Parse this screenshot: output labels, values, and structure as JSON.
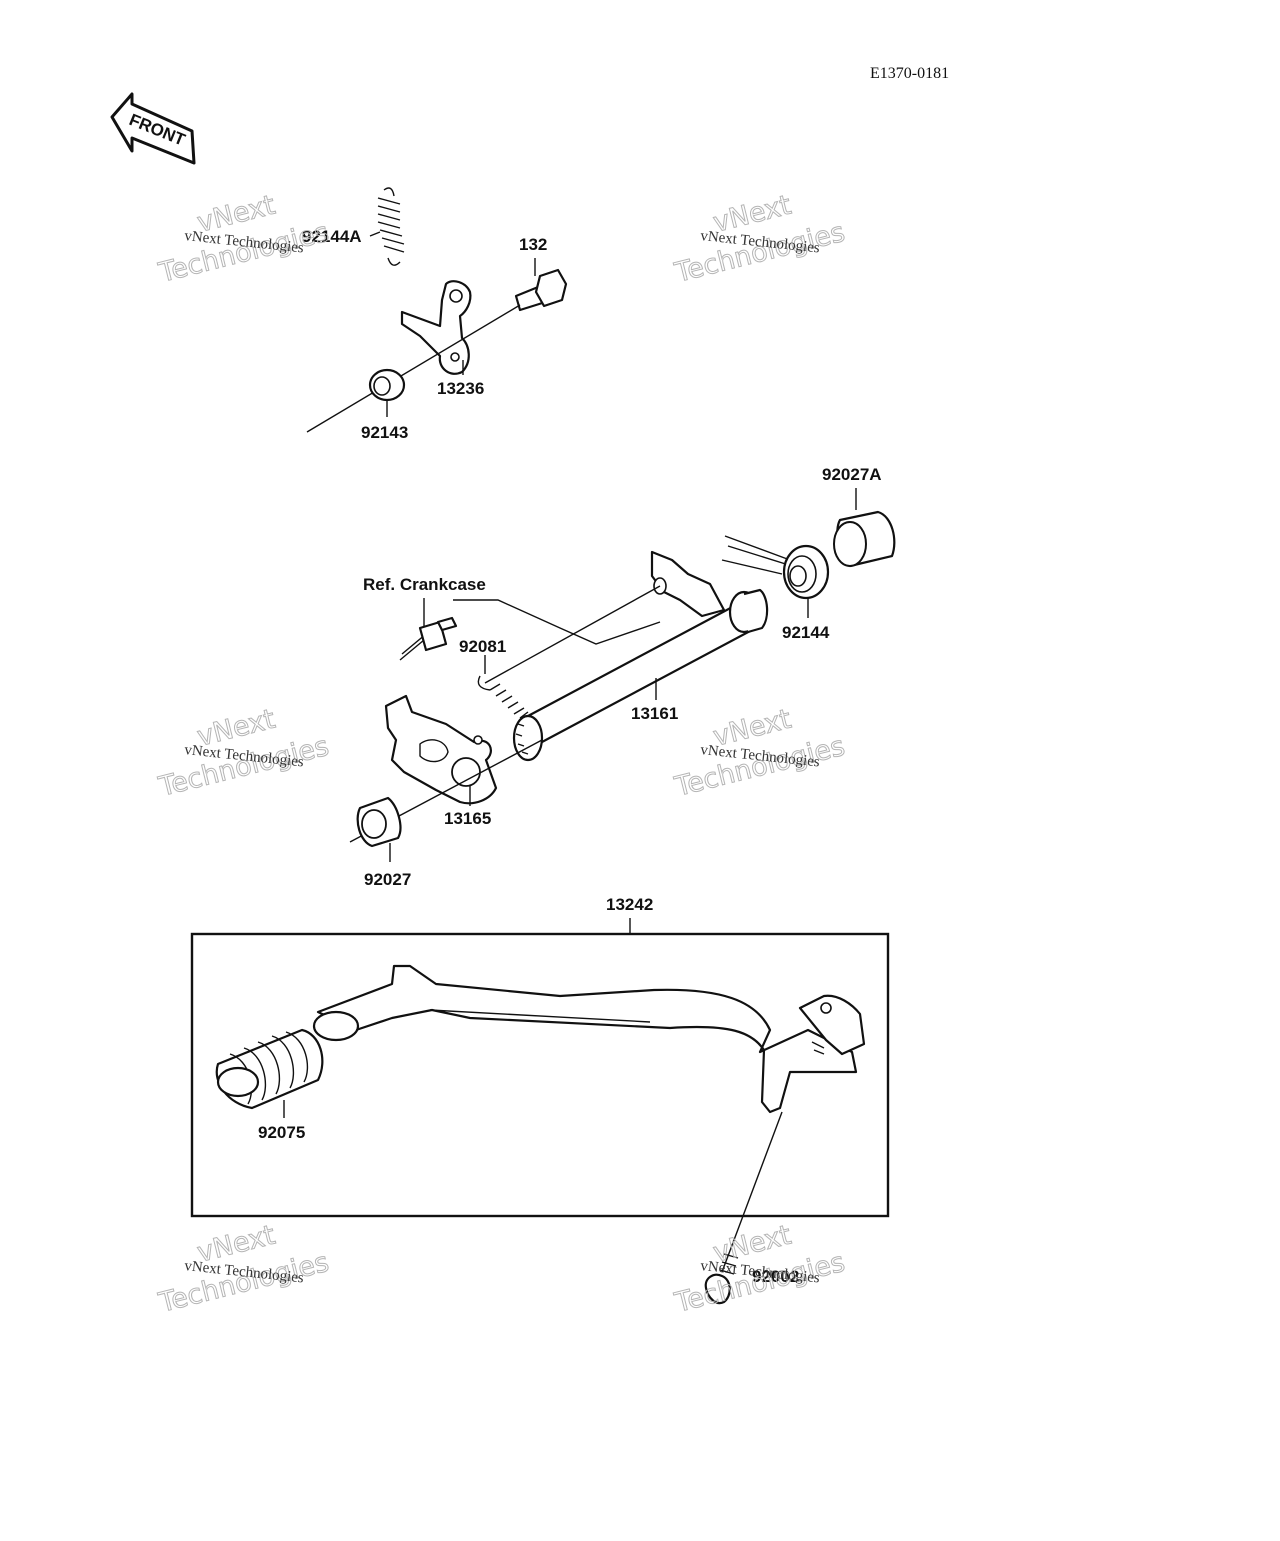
{
  "diagram": {
    "code": "E1370-0181",
    "front_label": "FRONT",
    "parts": {
      "p92144A": "92144A",
      "p132": "132",
      "p13236": "13236",
      "p92143": "92143",
      "p92027A": "92027A",
      "ref_crankcase": "Ref. Crankcase",
      "p92081": "92081",
      "p92144": "92144",
      "p13161": "13161",
      "p13165": "13165",
      "p92027": "92027",
      "p13242": "13242",
      "p92075": "92075",
      "p92002": "92002"
    },
    "watermark": {
      "line1": "vNext Technologies",
      "line2": "vNext",
      "line3": "Technologies"
    }
  }
}
